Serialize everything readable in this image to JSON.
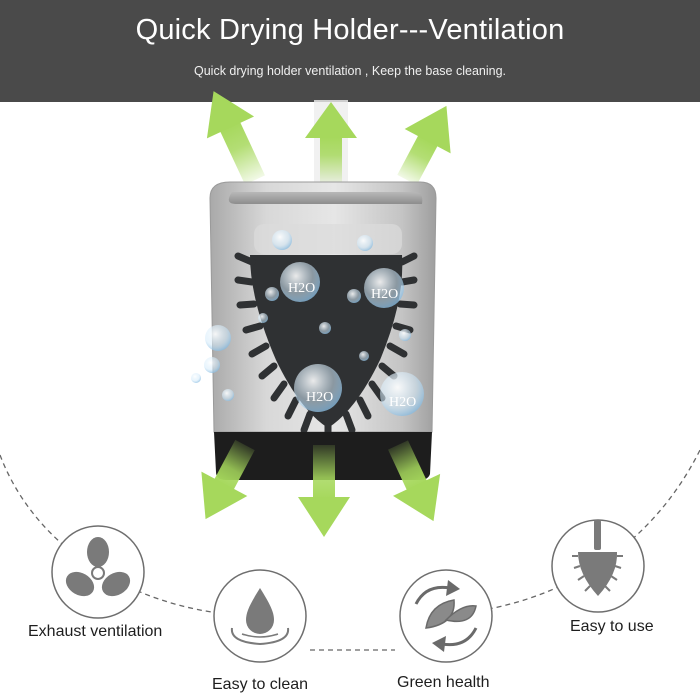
{
  "banner": {
    "title": "Quick Drying Holder---Ventilation",
    "subtitle": "Quick drying holder ventilation , Keep the base cleaning."
  },
  "product": {
    "bubble_label": "H2O",
    "arrow_color": "#a6d85c"
  },
  "features": [
    {
      "label": "Exhaust ventilation",
      "icon": "fan-icon"
    },
    {
      "label": "Easy to clean",
      "icon": "water-drop-icon"
    },
    {
      "label": "Green health",
      "icon": "leaf-recycle-icon"
    },
    {
      "label": "Easy to use",
      "icon": "silicone-brush-icon"
    }
  ],
  "colors": {
    "banner": "#4a4a4a",
    "arrow": "#a6d85c",
    "holder": "#c9c9c9",
    "bristles": "#2f3133",
    "icon_fill": "#7a7a7a"
  }
}
